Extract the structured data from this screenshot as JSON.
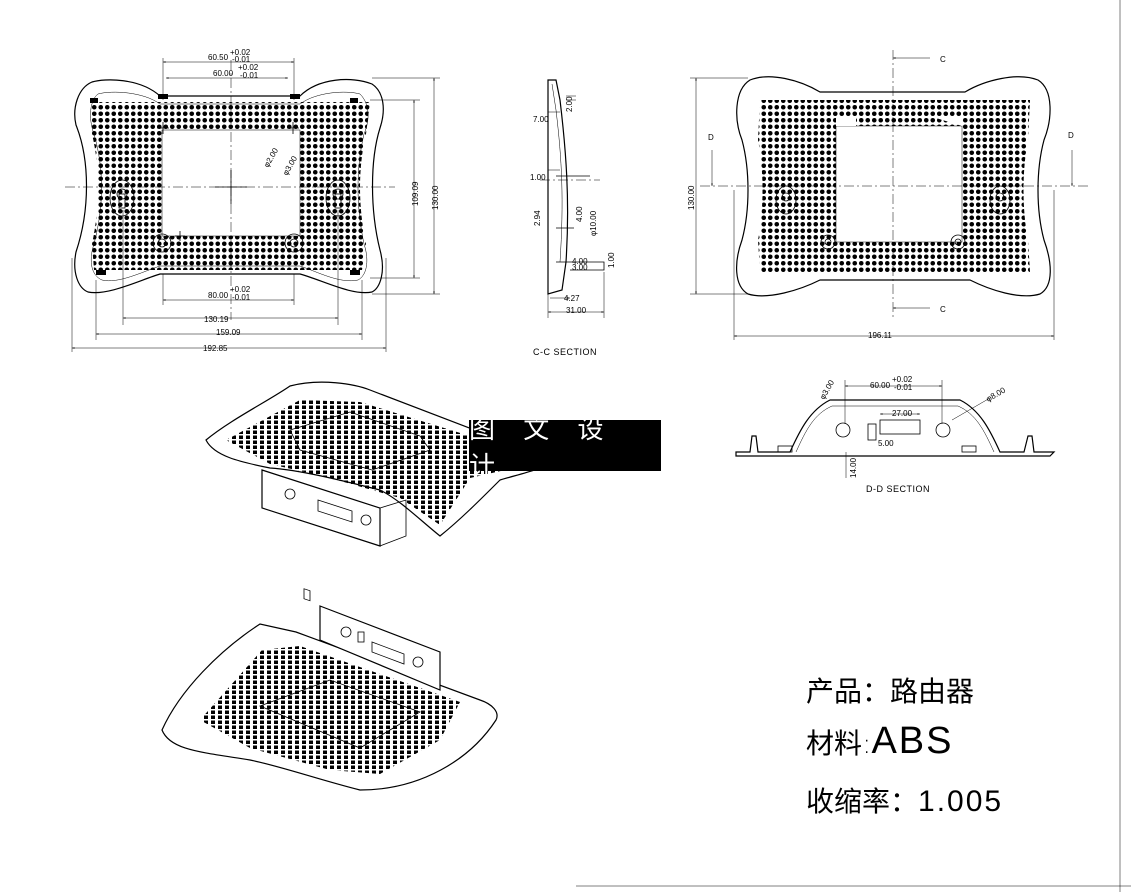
{
  "banner": "图 文 设 计",
  "top_view": {
    "dims": {
      "w60_50": "60.50",
      "w60_00": "60.00",
      "tol_plus": "+0.02",
      "tol_minus": "-0.01",
      "phi2": "φ2.00",
      "phi3": "φ3.00",
      "h109": "109.09",
      "h130": "130.00",
      "w80": "80.00",
      "w130_19": "130.19",
      "w159": "159.09",
      "w192": "192.85"
    }
  },
  "cc_section": {
    "label": "C-C SECTION",
    "dims": {
      "d7": "7.00",
      "d2a": "2.00",
      "d1a": "1.00",
      "d2_94": "2.94",
      "d4": "4.00",
      "d10": "φ10.00",
      "d4b": "4.00",
      "d3": "3.00",
      "d1b": "1.00",
      "d4_27": "4.27",
      "d31": "31.00"
    }
  },
  "side_view": {
    "markers": {
      "c": "C",
      "d": "D"
    },
    "dims": {
      "h130": "130.00",
      "w196": "196.11"
    }
  },
  "dd_section": {
    "label": "D-D SECTION",
    "dims": {
      "phi3": "φ3.00",
      "w60": "60.00",
      "w27": "27.00",
      "d5": "5.00",
      "phi8": "φ8.00",
      "d14": "14.00"
    }
  },
  "specs": {
    "product_label": "产品：",
    "product_value": "路由器",
    "material_label": "材料:",
    "material_value": "ABS",
    "shrink_label": "收缩率：",
    "shrink_value": "1.005"
  }
}
